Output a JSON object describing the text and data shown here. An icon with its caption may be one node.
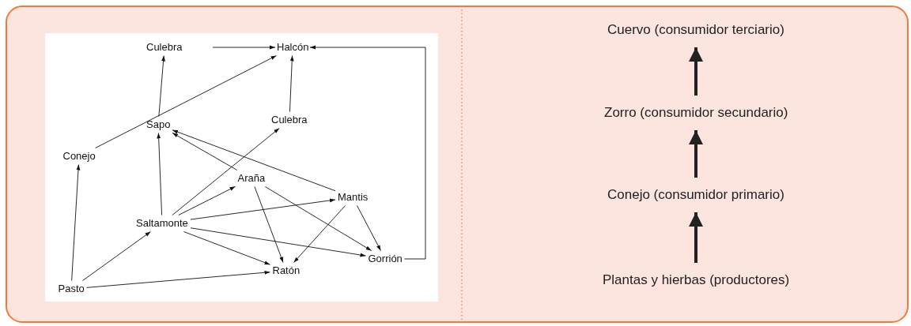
{
  "diagram": {
    "nodes": [
      {
        "text": [
          "Culebra"
        ]
      },
      {
        "text": [
          "Halcón"
        ]
      },
      {
        "text": [
          "Sapo"
        ]
      },
      {
        "text": [
          "Culebra"
        ]
      },
      {
        "text": [
          "Conejo"
        ]
      },
      {
        "text": [
          "Araña"
        ]
      },
      {
        "text": [
          "Mantis"
        ]
      },
      {
        "text": [
          "Saltamonte"
        ]
      },
      {
        "text": [
          "Gorrión"
        ]
      },
      {
        "text": [
          "Ratón"
        ]
      },
      {
        "text": [
          "Pasto"
        ]
      },
      {
        "text": [
          "Cuervo (consumidor terciario)"
        ]
      },
      {
        "text": [
          "Zorro (consumidor secundario)"
        ]
      },
      {
        "text": [
          "Conejo (consumidor primario)"
        ]
      },
      {
        "text": [
          "Plantas y hierbas (productores)"
        ]
      }
    ],
    "edges": [
      {
        "from": 0,
        "to": 1,
        "arrow": "to"
      },
      {
        "from": 4,
        "to": 1,
        "arrow": "to"
      },
      {
        "from": 3,
        "to": 1,
        "arrow": "to"
      },
      {
        "from": 8,
        "to": 1,
        "arrow": "to"
      },
      {
        "from": 2,
        "to": 0,
        "arrow": "to"
      },
      {
        "from": 7,
        "to": 2,
        "arrow": "to"
      },
      {
        "from": 5,
        "to": 2,
        "arrow": "to"
      },
      {
        "from": 6,
        "to": 2,
        "arrow": "to"
      },
      {
        "from": 7,
        "to": 3,
        "arrow": "to"
      },
      {
        "from": 7,
        "to": 5,
        "arrow": "to"
      },
      {
        "from": 7,
        "to": 6,
        "arrow": "to"
      },
      {
        "from": 7,
        "to": 9,
        "arrow": "to"
      },
      {
        "from": 7,
        "to": 8,
        "arrow": "to"
      },
      {
        "from": 5,
        "to": 9,
        "arrow": "to"
      },
      {
        "from": 5,
        "to": 8,
        "arrow": "to"
      },
      {
        "from": 6,
        "to": 9,
        "arrow": "to"
      },
      {
        "from": 6,
        "to": 8,
        "arrow": "to"
      },
      {
        "from": 10,
        "to": 4,
        "arrow": "to"
      },
      {
        "from": 10,
        "to": 7,
        "arrow": "to"
      },
      {
        "from": 10,
        "to": 9,
        "arrow": "to"
      },
      {
        "from": 14,
        "to": 13,
        "arrow": "to",
        "style": "thick"
      },
      {
        "from": 13,
        "to": 12,
        "arrow": "to",
        "style": "thick"
      },
      {
        "from": 12,
        "to": 11,
        "arrow": "to",
        "style": "thick"
      }
    ]
  }
}
